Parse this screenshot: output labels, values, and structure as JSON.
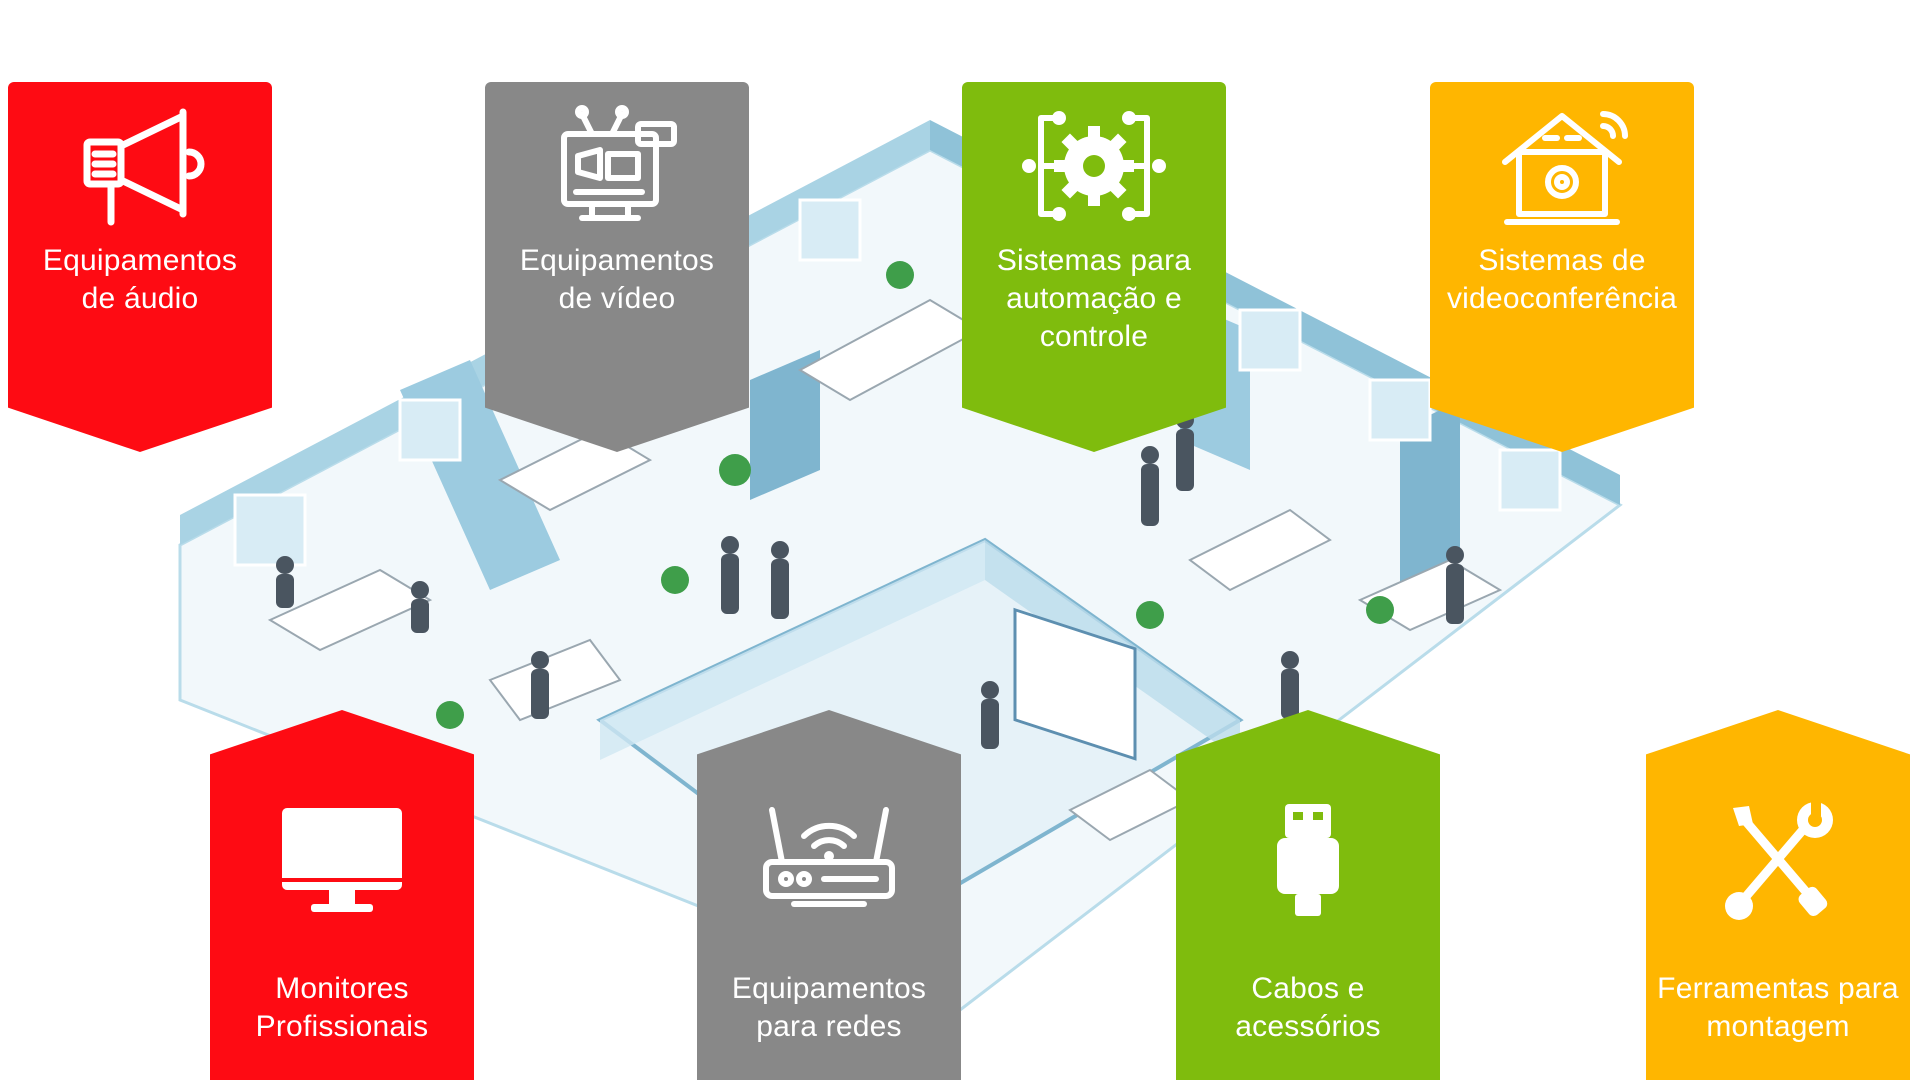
{
  "colors": {
    "red": "#fe0b13",
    "gray": "#888888",
    "green": "#7fbc0d",
    "orange": "#ffb600",
    "floor": "#f4f9fb",
    "wall": "#a9d3e4",
    "wall_dark": "#7fb5cf"
  },
  "categories": [
    {
      "label": "Equipamentos\nde áudio",
      "icon": "megaphone-icon",
      "color": "red"
    },
    {
      "label": "Equipamentos\nde vídeo",
      "icon": "video-monitor-icon",
      "color": "gray"
    },
    {
      "label": "Sistemas para\nautomação e\ncontrole",
      "icon": "gear-network-icon",
      "color": "green"
    },
    {
      "label": "Sistemas de\nvideoconferência",
      "icon": "smart-home-icon",
      "color": "orange"
    },
    {
      "label": "Monitores\nProfissionais",
      "icon": "monitor-icon",
      "color": "red"
    },
    {
      "label": "Equipamentos\npara redes",
      "icon": "router-icon",
      "color": "gray"
    },
    {
      "label": "Cabos e\nacessórios",
      "icon": "usb-plug-icon",
      "color": "green"
    },
    {
      "label": "Ferramentas para\nmontagem",
      "icon": "tools-icon",
      "color": "orange"
    }
  ]
}
